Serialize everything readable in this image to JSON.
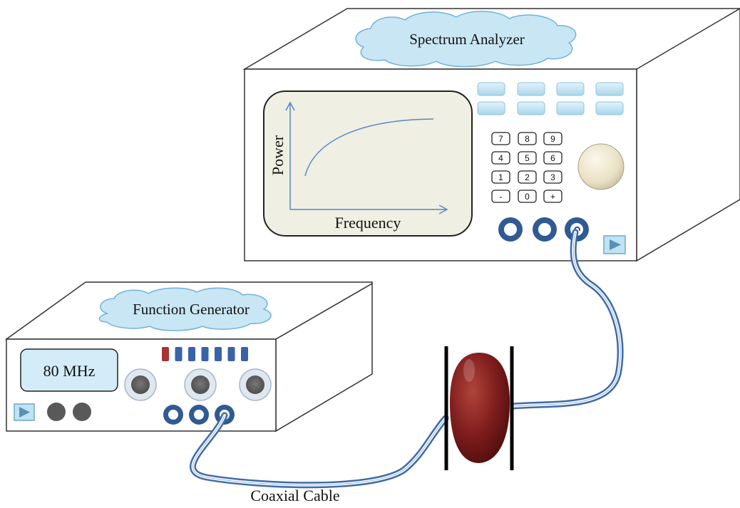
{
  "spectrum_analyzer": {
    "title": "Spectrum Analyzer",
    "screen": {
      "y_axis_label": "Power",
      "x_axis_label": "Frequency"
    },
    "keypad": [
      "7",
      "8",
      "9",
      "4",
      "5",
      "6",
      "1",
      "2",
      "3",
      "-",
      "0",
      "+"
    ],
    "soft_key_count": 8,
    "connector_count": 3
  },
  "function_generator": {
    "title": "Function Generator",
    "display": "80 MHz",
    "indicator_count": 7,
    "knob_count": 3,
    "connector_count": 3
  },
  "cable_label": "Coaxial Cable",
  "colors": {
    "panel_border": "#333333",
    "cloud_fill": "#c9e6f5",
    "cloud_stroke": "#6fb3d8",
    "button_fill": "#bfe3f2",
    "connector_ring": "#2f5a94",
    "cable": "#3f6aa6",
    "sample": "#7a1a1a",
    "indicator_red": "#a83232"
  }
}
